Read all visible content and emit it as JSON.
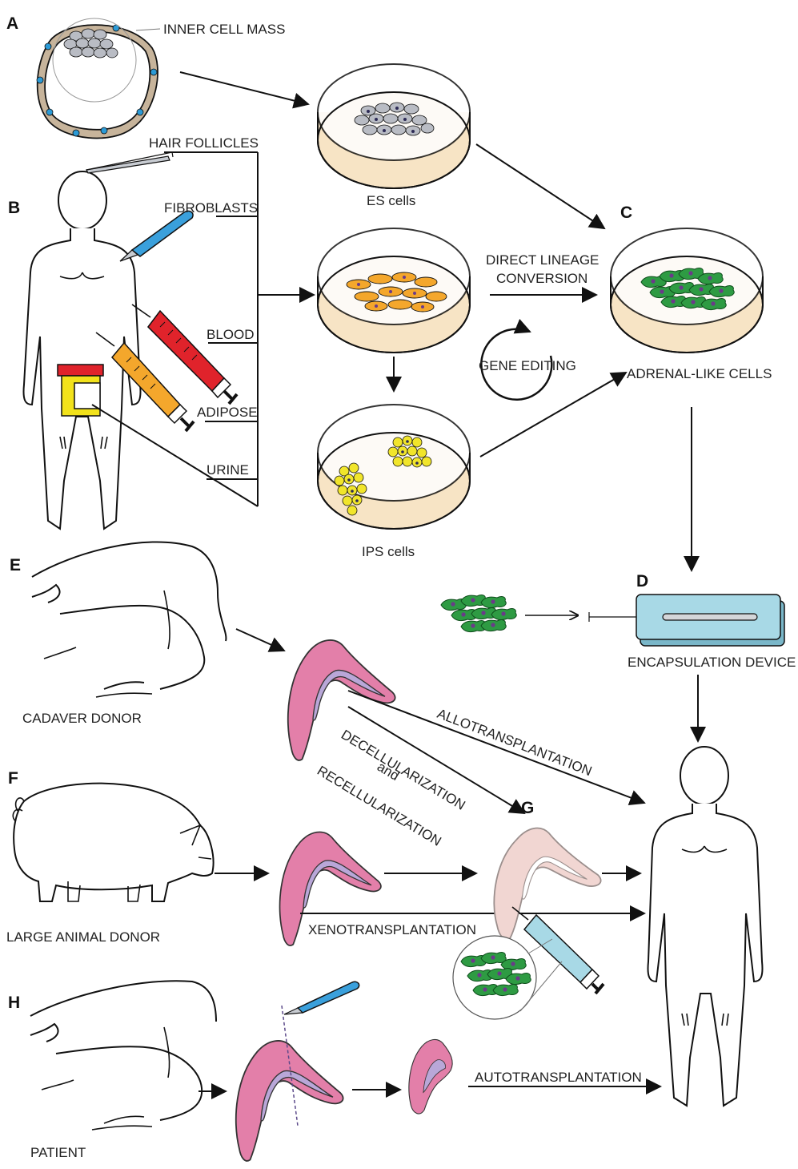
{
  "panels": {
    "a": "A",
    "b": "B",
    "c": "C",
    "d": "D",
    "e": "E",
    "f": "F",
    "g": "G",
    "h": "H"
  },
  "labels": {
    "inner_cell_mass": "INNER CELL MASS",
    "hair_follicles": "HAIR FOLLICLES",
    "fibroblasts": "FIBROBLASTS",
    "blood": "BLOOD",
    "adipose": "ADIPOSE",
    "urine": "URINE",
    "es_cells": "ES cells",
    "ips_cells": "IPS cells",
    "direct_lineage_1": "DIRECT LINEAGE",
    "direct_lineage_2": "CONVERSION",
    "gene_editing": "GENE EDITING",
    "adrenal_like_cells": "ADRENAL-LIKE CELLS",
    "encapsulation_device": "ENCAPSULATION DEVICE",
    "cadaver_donor": "CADAVER DONOR",
    "allotransplantation": "ALLOTRANSPLANTATION",
    "decellularization": "DECELLULARIZATION",
    "and": "and",
    "recellularization": "RECELLULARIZATION",
    "large_animal_donor": "LARGE ANIMAL DONOR",
    "xenotransplantation": "XENOTRANSPLANTATION",
    "patient": "PATIENT",
    "autotransplantation": "AUTOTRANSPLANTATION"
  },
  "colors": {
    "dish_medium": "#f7e4c5",
    "es_cell": "#b9bcc4",
    "fibroblast": "#f4a72c",
    "ips_cell": "#f1e52b",
    "adrenal_cell": "#2e9b43",
    "gland": "#e37fa9",
    "medulla": "#b9a7d8",
    "device": "#a8d9e6",
    "blood_tube": "#e0232b",
    "adipose_tube": "#f4a72c",
    "urine_cup": "#f2e21b",
    "scalpel": "#3aa0dc"
  },
  "icons": [
    "blastocyst-icon",
    "petri-dish-icon",
    "human-figure-icon",
    "syringe-icon",
    "scalpel-icon",
    "tweezers-icon",
    "urine-cup-icon",
    "adrenal-gland-icon",
    "pig-icon",
    "reclining-body-icon",
    "encapsulation-device-icon",
    "circular-arrow-icon"
  ]
}
